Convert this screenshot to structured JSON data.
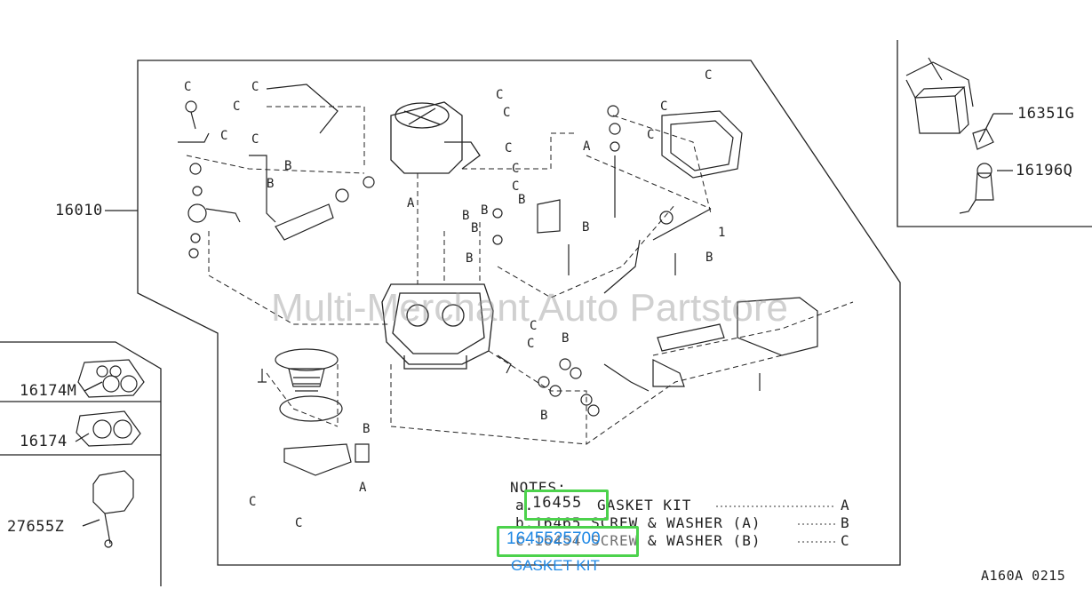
{
  "watermark": "Multi-Merchant Auto Partstore",
  "figure_code": "A160A 0215",
  "part_labels": {
    "main": "16010",
    "p16351g": "16351G",
    "p16196q": "16196Q",
    "p16174m": "16174M",
    "p16174": "16174",
    "p27655z": "27655Z",
    "p16455": "16455"
  },
  "letters": {
    "c": "C",
    "b": "B",
    "a": "A",
    "one": "1"
  },
  "notes": {
    "title": "NOTES:",
    "line_a_prefix": "a.",
    "line_a_text": "GASKET KIT",
    "line_a_ref": "A",
    "line_b_text": "b.16465 SCREW & WASHER (A)",
    "line_b_ref": "B",
    "line_c_text": "c.16454  SCREW & WASHER (B)",
    "line_c_ref": "C"
  },
  "overlay": {
    "part_number": "1645525700",
    "part_name": "GASKET KIT"
  },
  "colors": {
    "highlight": "#4cd24c",
    "link": "#1e88e5"
  }
}
